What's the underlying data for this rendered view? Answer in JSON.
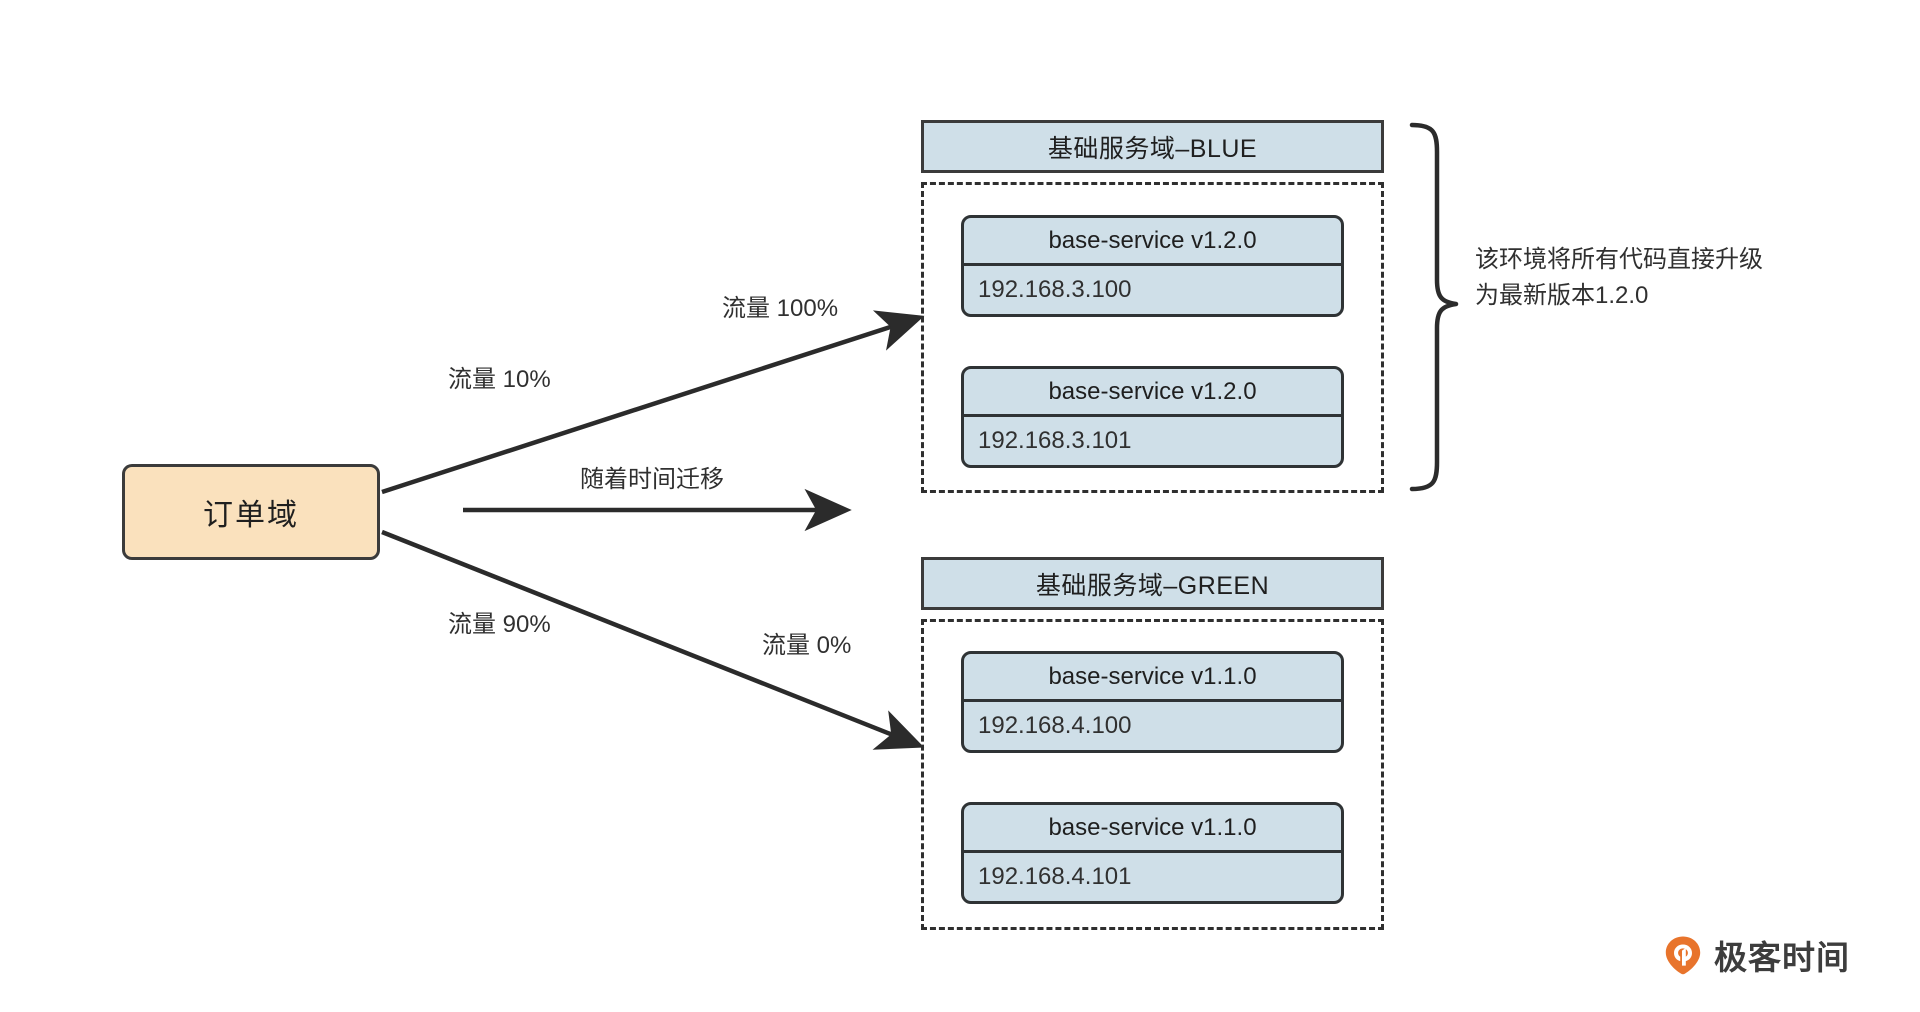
{
  "source": {
    "label": "订单域",
    "fill": "#fae1bd",
    "stroke": "#3b3b3b"
  },
  "groups": [
    {
      "id": "blue",
      "header": "基础服务域–BLUE",
      "header_fill": "#cfdfe8",
      "services": [
        {
          "title": "base-service v1.2.0",
          "ip": "192.168.3.100"
        },
        {
          "title": "base-service v1.2.0",
          "ip": "192.168.3.101"
        }
      ]
    },
    {
      "id": "green",
      "header": "基础服务域–GREEN",
      "header_fill": "#cfdfe8",
      "services": [
        {
          "title": "base-service v1.1.0",
          "ip": "192.168.4.100"
        },
        {
          "title": "base-service v1.1.0",
          "ip": "192.168.4.101"
        }
      ]
    }
  ],
  "edges": {
    "traffic_10": "流量 10%",
    "traffic_100": "流量 100%",
    "time_shift": "随着时间迁移",
    "traffic_90": "流量 90%",
    "traffic_0": "流量 0%"
  },
  "annotation": {
    "line1": "该环境将所有代码直接升级",
    "line2": "为最新版本1.2.0"
  },
  "logo": {
    "text": "极客时间",
    "mark_color": "#e8742c"
  }
}
